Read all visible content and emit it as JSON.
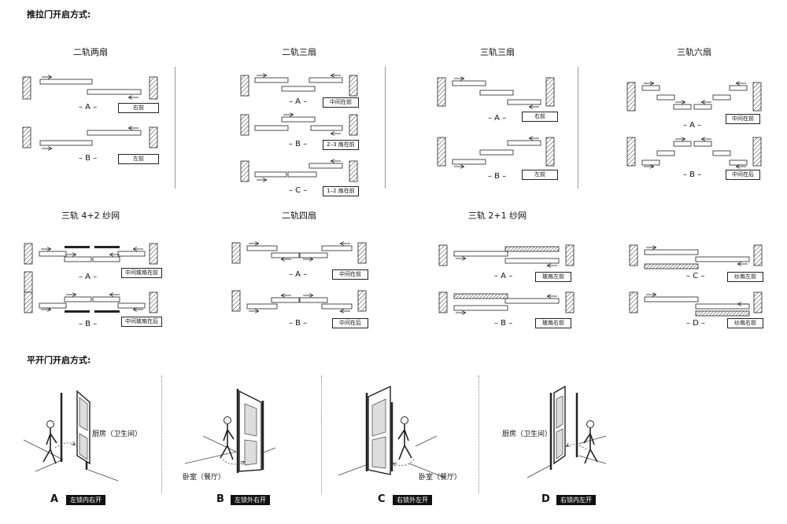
{
  "sliding": {
    "heading": "推拉门开启方式:",
    "diagrams": [
      {
        "id": "d1",
        "title": "二轨两扇",
        "rows": [
          {
            "letter": "– A –",
            "tag": "右前"
          },
          {
            "letter": "– B –",
            "tag": "左前"
          }
        ]
      },
      {
        "id": "d2",
        "title": "二轨三扇",
        "rows": [
          {
            "letter": "– A –",
            "tag": "中间在前"
          },
          {
            "letter": "– B –",
            "tag": "2–3 扇在前"
          },
          {
            "letter": "– C –",
            "tag": "1–2 扇在前"
          }
        ]
      },
      {
        "id": "d3",
        "title": "三轨三扇",
        "rows": [
          {
            "letter": "– A –",
            "tag": "右前"
          },
          {
            "letter": "– B –",
            "tag": "左前"
          }
        ]
      },
      {
        "id": "d4",
        "title": "三轨六扇",
        "rows": [
          {
            "letter": "– A –",
            "tag": "中间在前"
          },
          {
            "letter": "– B –",
            "tag": "中间在后"
          }
        ]
      },
      {
        "id": "d5",
        "title": "三轨 4+2 纱网",
        "rows": [
          {
            "letter": "– A –",
            "tag": "中间玻扇在前"
          },
          {
            "letter": "– B –",
            "tag": "中间玻扇在后"
          }
        ]
      },
      {
        "id": "d6",
        "title": "二轨四扇",
        "rows": [
          {
            "letter": "– A –",
            "tag": "中间在前"
          },
          {
            "letter": "– B –",
            "tag": "中间在后"
          }
        ]
      },
      {
        "id": "d7",
        "title": "三轨 2+1 纱网",
        "rows": [
          {
            "letter": "– A –",
            "tag": "玻扇左前"
          },
          {
            "letter": "– B –",
            "tag": "玻扇右前"
          }
        ]
      },
      {
        "id": "d8",
        "title": "",
        "rows": [
          {
            "letter": "– C –",
            "tag": "纱扇左前"
          },
          {
            "letter": "– D –",
            "tag": "纱扇右前"
          }
        ]
      }
    ]
  },
  "hinged": {
    "heading": "平开门开启方式:",
    "panels": [
      {
        "letter": "A",
        "tag": "左锁内右开",
        "room": "厨房（卫生间）"
      },
      {
        "letter": "B",
        "tag": "左锁外右开",
        "room": "卧室（餐厅）"
      },
      {
        "letter": "C",
        "tag": "右锁外左开",
        "room": "卧室（餐厅）"
      },
      {
        "letter": "D",
        "tag": "右锁内左开",
        "room": "厨房（卫生间）"
      }
    ]
  },
  "colors": {
    "line": "#222222",
    "wall_hatch": "#555555",
    "divider": "#999999",
    "tag_dark": "#111111"
  },
  "icons": [
    "wall-hatch-icon",
    "slide-arrow-icon",
    "door-icon",
    "person-icon"
  ]
}
